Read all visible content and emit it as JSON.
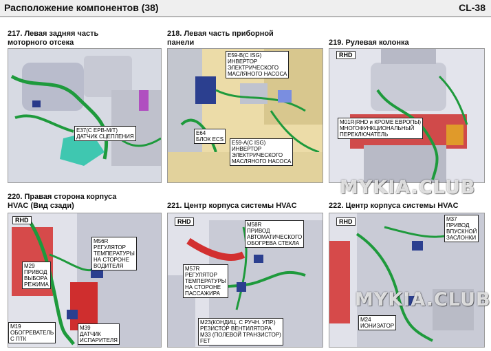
{
  "header": {
    "title": "Расположение компонентов (38)",
    "code": "CL-38"
  },
  "sections": [
    {
      "title": "217. Левая задняя часть\nмоторного отсека",
      "callouts": [
        "E37(C EPB-M/T)\nДАТЧИК СЦЕПЛЕНИЯ"
      ]
    },
    {
      "title": "218. Левая часть приборной\nпанели",
      "callouts": [
        "E59-B(C ISG)\nИНВЕРТОР\nЭЛЕКТРИЧЕСКОГО\nМАСЛЯНОГО НАСОСА",
        "E64\nБЛОК ECS",
        "E59-A(C ISG)\nИНВЕРТОР\nЭЛЕКТРИЧЕСКОГО\nМАСЛЯНОГО НАСОСА"
      ]
    },
    {
      "title": "219. Рулевая колонка",
      "badge": "RHD",
      "callouts": [
        "M01R(RHD и КРОМЕ ЕВРОПЫ)\nМНОГОФУНКЦИОНАЛЬНЫЙ\nПЕРЕКЛЮЧАТЕЛЬ"
      ]
    },
    {
      "title": "220. Правая сторона корпуса\nHVAC (Вид сзади)",
      "badge": "RHD",
      "callouts": [
        "M56R\nРЕГУЛЯТОР\nТЕМПЕРАТУРЫ\nНА СТОРОНЕ\nВОДИТЕЛЯ",
        "M29\nПРИВОД\nВЫБОРА\nРЕЖИМА",
        "M19\nОБОГРЕВАТЕЛЬ\nС ПТК",
        "M39\nДАТЧИК\nИСПАРИТЕЛЯ"
      ]
    },
    {
      "title": "221. Центр корпуса системы HVAC",
      "badge": "RHD",
      "callouts": [
        "M58R\nПРИВОД\nАВТОМАТИЧЕСКОГО\nОБОГРЕВА СТЕКЛА",
        "M57R\nРЕГУЛЯТОР\nТЕМПЕРАТУРЫ\nНА СТОРОНЕ\nПАССАЖИРА",
        "M23(КОНДИЦ. С РУЧН. УПР.)\nРЕЗИСТОР ВЕНТИЛЯТОРА\nM33 (ПОЛЕВОЙ ТРАНЗИСТОР)\nFET"
      ]
    },
    {
      "title": "222. Центр корпуса системы HVAC",
      "badge": "RHD",
      "callouts": [
        "M37\nПРИВОД\nВПУСКНОЙ\nЗАСЛОНКИ",
        "M24\nИОНИЗАТОР"
      ]
    }
  ],
  "watermarks": [
    "MYKIA.CLUB",
    "MYKIA.CLUB"
  ]
}
